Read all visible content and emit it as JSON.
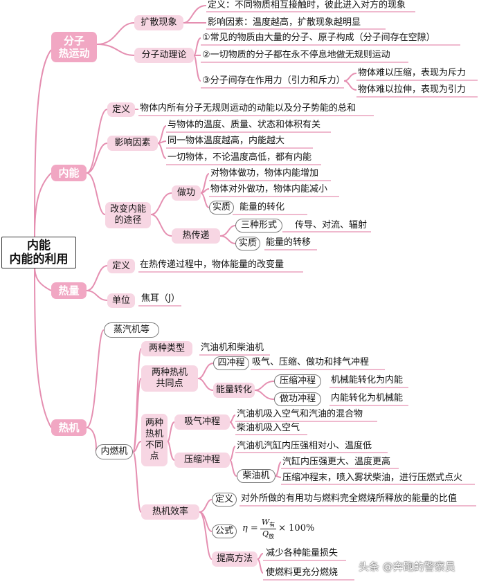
{
  "root": {
    "line1": "内能",
    "line2": "内能的利用"
  },
  "molecule": {
    "label_l1": "分子",
    "label_l2": "热运动",
    "diffusion": {
      "label": "扩散现象",
      "def": "定义：不同物质相互接触时，彼此进入对方的现象",
      "factor": "影响因素：温度越高，扩散现象越明显"
    },
    "theory": {
      "label": "分子动理论",
      "p1": "①常见的物质由大量的分子、原子构成（分子间存在空隙）",
      "p2": "②一切物质的分子都在永不停息地做无规则运动",
      "p3": "③分子间存在作用力（引力和斥力）",
      "p3a": "物体难以压缩，表现为斥力",
      "p3b": "物体难以拉伸，表现为引力"
    }
  },
  "internal": {
    "label": "内能",
    "def_label": "定义",
    "def_text": "物体内所有分子无规则运动的动能以及分子势能的总和",
    "factors_label": "影响因素",
    "f1": "与物体的温度、质量、状态和体积有关",
    "f2": "同一物体温度越高，内能越大",
    "f3": "一切物体，不论温度高低，都有内能",
    "change_l1": "改变内能",
    "change_l2": "的途径",
    "work_label": "做功",
    "w1": "对物体做功，物体内能增加",
    "w2": "物体对外做功，物体内能减小",
    "w_ess_label": "实质",
    "w_ess": "能量的转化",
    "heat_label": "热传递",
    "h_forms_label": "三种形式",
    "h_forms": "传导、对流、辐射",
    "h_ess_label": "实质",
    "h_ess": "能量的转移"
  },
  "heat": {
    "label": "热量",
    "def_label": "定义",
    "def_text": "在热传递过程中，物体能量的改变量",
    "unit_label": "单位",
    "unit_text": "焦耳（J）"
  },
  "engine": {
    "label": "热机",
    "steam": "蒸汽机等",
    "ice_label": "内燃机",
    "types_label": "两种类型",
    "types_text": "汽油机和柴油机",
    "common_l1": "两种热机",
    "common_l2": "共同点",
    "strokes_label": "四冲程",
    "strokes_text": "吸气、压缩、做功和排气冲程",
    "energy_label": "能量转化",
    "comp_label": "压缩冲程",
    "comp_text": "机械能转化为内能",
    "power_label": "做功冲程",
    "power_text": "内能转化为机械能",
    "diff_l1": "两种",
    "diff_l2": "热机",
    "diff_l3": "不同",
    "diff_l4": "点",
    "intake_label": "吸气冲程",
    "intake1": "汽油机吸入空气和汽油的混合物",
    "intake2": "柴油机吸入空气",
    "compress_label": "压缩冲程",
    "compress1": "汽油机汽缸内压强相对小、温度低",
    "diesel_label": "柴油机",
    "diesel1": "汽缸内压强更大、温度更高",
    "diesel2": "压缩冲程末，喷入雾状柴油，进行压燃式点火",
    "eff_label": "热机效率",
    "eff_def_label": "定义",
    "eff_def": "对外所做的有用功与燃料完全燃烧所释放的能量的比值",
    "formula_label": "公式",
    "formula_eta": "η =",
    "formula_num": "W",
    "formula_num_sub": "有",
    "formula_den": "Q",
    "formula_den_sub": "放",
    "formula_tail": "× 100%",
    "improve_label": "提高方法",
    "improve1": "减少各种能量损失",
    "improve2": "使燃料更充分燃烧"
  },
  "watermark": "头条 @奔跑的警察员",
  "colors": {
    "main": "#f1a7c3",
    "sub": "#f7d6e3",
    "line": "#e58fb1"
  }
}
